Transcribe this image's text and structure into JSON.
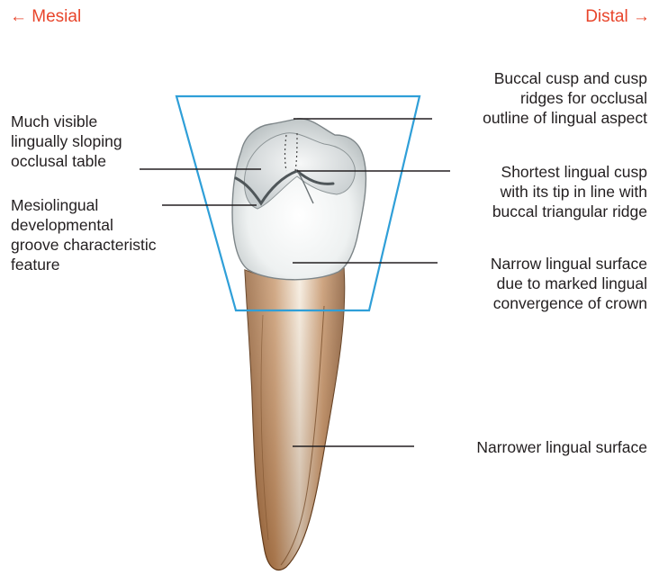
{
  "directions": {
    "left": "← Mesial",
    "right": "Distal →"
  },
  "labels": {
    "buccal_cusp": "Buccal cusp and cusp\nridges for occlusal\noutline of lingual aspect",
    "occlusal_table": "Much visible\nlingually sloping\nocclusal table",
    "shortest_cusp": "Shortest lingual cusp\nwith its tip in line with\nbuccal triangular ridge",
    "mesiolingual_groove": "Mesiolingual\ndevelopmental\ngroove characteristic\nfeature",
    "narrow_surface": "Narrow lingual surface\ndue to marked lingual\nconvergence of crown",
    "narrower_surface": "Narrower lingual surface"
  },
  "colors": {
    "direction_text": "#e8452b",
    "outline_trapezoid": "#2f9fd8",
    "label_text": "#231f20",
    "root": "#a8703f",
    "crown": "#e9ecec"
  }
}
